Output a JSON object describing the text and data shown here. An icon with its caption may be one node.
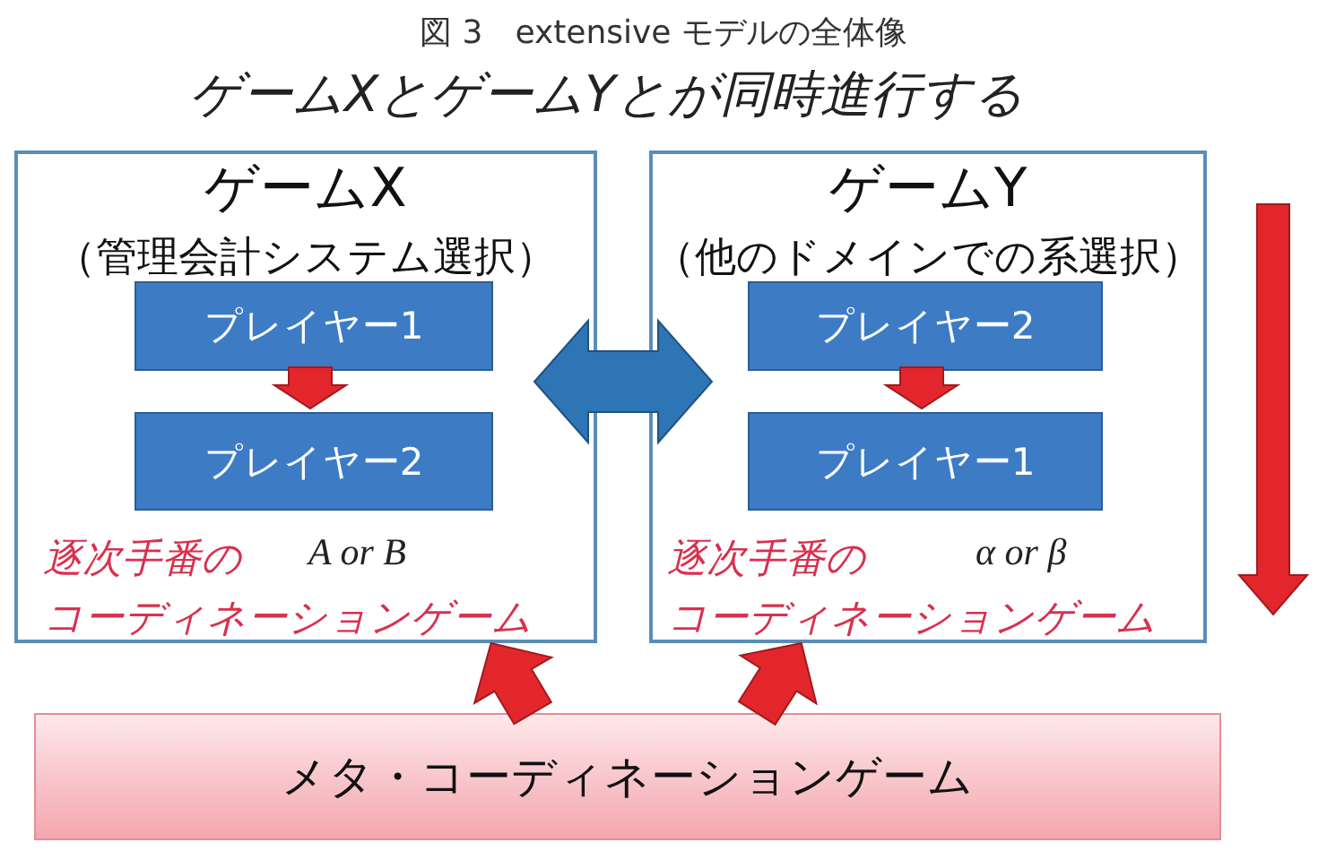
{
  "diagram": {
    "caption": "図 3　extensive モデルの全体像",
    "title": "ゲームXとゲームYとが同時進行する",
    "nodes": [
      {
        "text": [
          "ゲームX",
          "（管理会計システム選択）",
          "逐次手番の",
          "A or B",
          "コーディネーションゲーム"
        ]
      },
      {
        "text": [
          "プレイヤー1"
        ],
        "in": 0
      },
      {
        "text": [
          "プレイヤー2"
        ],
        "in": 0
      },
      {
        "text": [
          "ゲームY",
          "（他のドメインでの系選択）",
          "逐次手番の",
          "α or β",
          "コーディネーションゲーム"
        ]
      },
      {
        "text": [
          "プレイヤー2"
        ],
        "in": 3
      },
      {
        "text": [
          "プレイヤー1"
        ],
        "in": 3
      },
      {
        "text": [
          "メタ・コーディネーションゲーム"
        ]
      }
    ],
    "edges": [
      {
        "from": 1,
        "to": 2,
        "arrow": "to"
      },
      {
        "from": 4,
        "to": 5,
        "arrow": "to"
      },
      {
        "from": 0,
        "to": 3,
        "arrow": "both",
        "color": "#2e75b6"
      },
      {
        "from": 6,
        "to": 0,
        "arrow": "to"
      },
      {
        "from": 6,
        "to": 3,
        "arrow": "to"
      }
    ]
  }
}
